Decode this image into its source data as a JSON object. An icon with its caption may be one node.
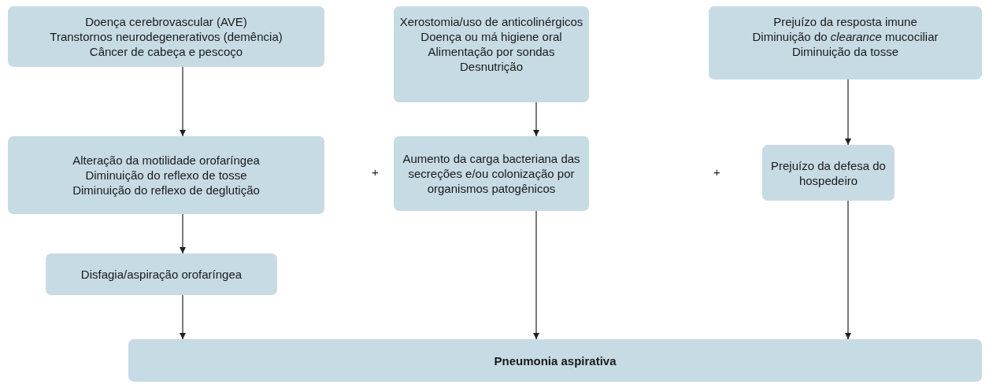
{
  "diagram": {
    "nodes": [
      {
        "text": [
          "Doença cerebrovascular (AVE)",
          "Transtornos neurodegenerativos (demência)",
          "Câncer de cabeça e pescoço"
        ]
      },
      {
        "text": [
          "Xerostomia/uso de anticolinérgicos",
          "Doença ou má higiene oral",
          "Alimentação por sondas",
          "Desnutrição"
        ]
      },
      {
        "text": [
          "Prejuízo da resposta imune",
          "Diminuição do *clearance* mucociliar",
          "Diminuição da tosse"
        ]
      },
      {
        "text": [
          "Alteração da motilidade orofaríngea",
          "Diminuição do reflexo de tosse",
          "Diminuição do reflexo de deglutição"
        ]
      },
      {
        "text": [
          "Aumento da carga bacteriana das secreções e/ou colonização por organismos patogênicos"
        ]
      },
      {
        "text": [
          "Prejuízo da defesa do hospedeiro"
        ]
      },
      {
        "text": [
          "Disfagia/aspiração orofaríngea"
        ]
      },
      {
        "text": [
          "Pneumonia aspirativa"
        ]
      }
    ],
    "edges": [
      {
        "from": 0,
        "to": 3,
        "arrow": "to"
      },
      {
        "from": 1,
        "to": 4,
        "arrow": "to"
      },
      {
        "from": 2,
        "to": 5,
        "arrow": "to"
      },
      {
        "from": 3,
        "to": 6,
        "arrow": "to"
      },
      {
        "from": 6,
        "to": 7,
        "arrow": "to"
      },
      {
        "from": 4,
        "to": 7,
        "arrow": "to"
      },
      {
        "from": 5,
        "to": 7,
        "arrow": "to"
      }
    ],
    "labels": [
      "+",
      "+"
    ]
  }
}
